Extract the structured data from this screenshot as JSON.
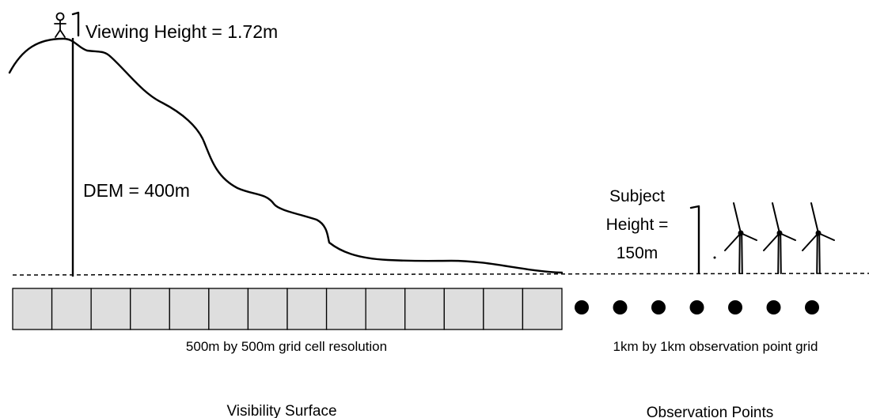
{
  "labels": {
    "viewing_height": "Viewing Height = 1.72m",
    "dem": "DEM = 400m",
    "subject_line1": "Subject",
    "subject_line2": "Height =",
    "subject_line3": "150m",
    "grid_caption": "500m by 500m grid cell resolution",
    "points_caption": "1km by 1km observation point grid",
    "visibility_title": "Visibility Surface",
    "observation_title": "Observation Points"
  },
  "grid_cells": 14,
  "observation_points": 7,
  "turbines": 3,
  "colors": {
    "ink": "#000000",
    "cell_fill": "#dedede",
    "background": "#ffffff"
  }
}
